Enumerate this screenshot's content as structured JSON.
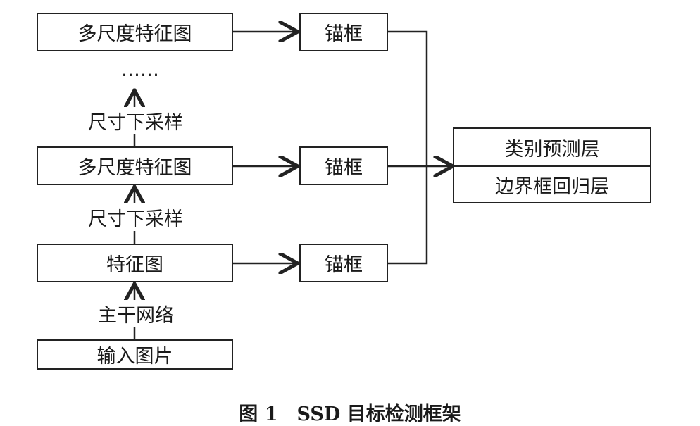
{
  "nodes": {
    "input_image": "输入图片",
    "feature_map": "特征图",
    "multi_scale_1": "多尺度特征图",
    "multi_scale_2": "多尺度特征图",
    "anchor_top": "锚框",
    "anchor_mid": "锚框",
    "anchor_bot": "锚框",
    "class_layer": "类别预测层",
    "bbox_layer": "边界框回归层"
  },
  "edge_labels": {
    "backbone": "主干网络",
    "downsample_1": "尺寸下采样",
    "downsample_2": "尺寸下采样",
    "ellipsis": "……"
  },
  "caption": "图 1　SSD 目标检测框架"
}
